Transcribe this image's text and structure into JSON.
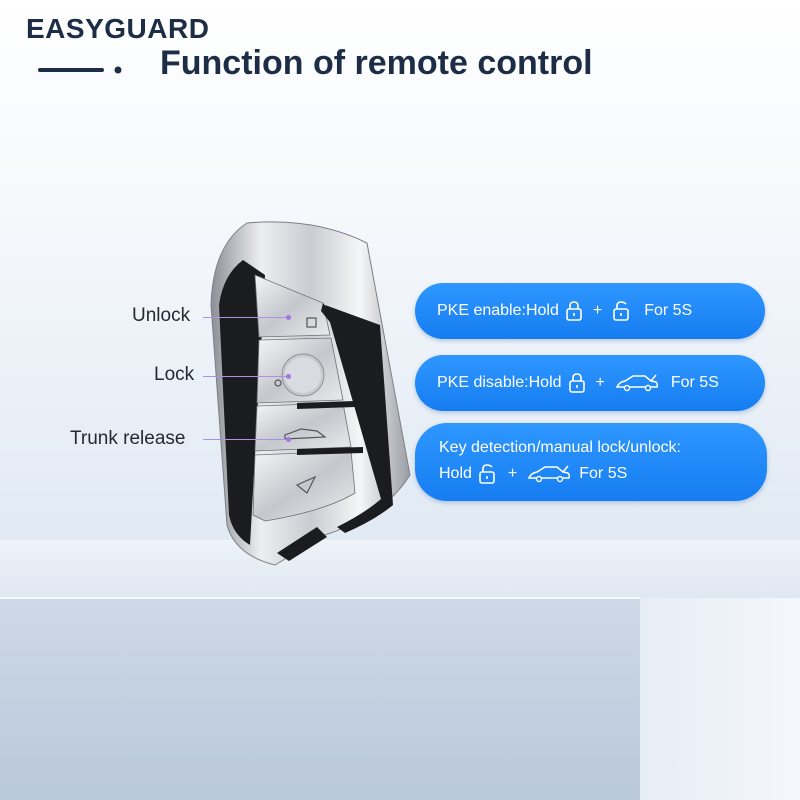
{
  "brand": "EASYGUARD",
  "title": "Function of remote control",
  "colors": {
    "navy": "#1d2d45",
    "pill_blue": "#1a86f5",
    "callout_purple": "#a276df"
  },
  "buttons": {
    "unlock": "Unlock",
    "lock": "Lock",
    "trunk": "Trunk release"
  },
  "functions": {
    "pke_enable": {
      "text": "PKE enable:Hold",
      "plus": "+",
      "duration": "For 5S"
    },
    "pke_disable": {
      "text": "PKE disable:Hold",
      "plus": "+",
      "duration": "For 5S"
    },
    "key_detection": {
      "heading": "Key detection/manual lock/unlock:",
      "hold": "Hold",
      "plus": "+",
      "duration": "For 5S"
    }
  },
  "icons": [
    "lock-icon",
    "unlock-icon",
    "car-trunk-icon"
  ]
}
